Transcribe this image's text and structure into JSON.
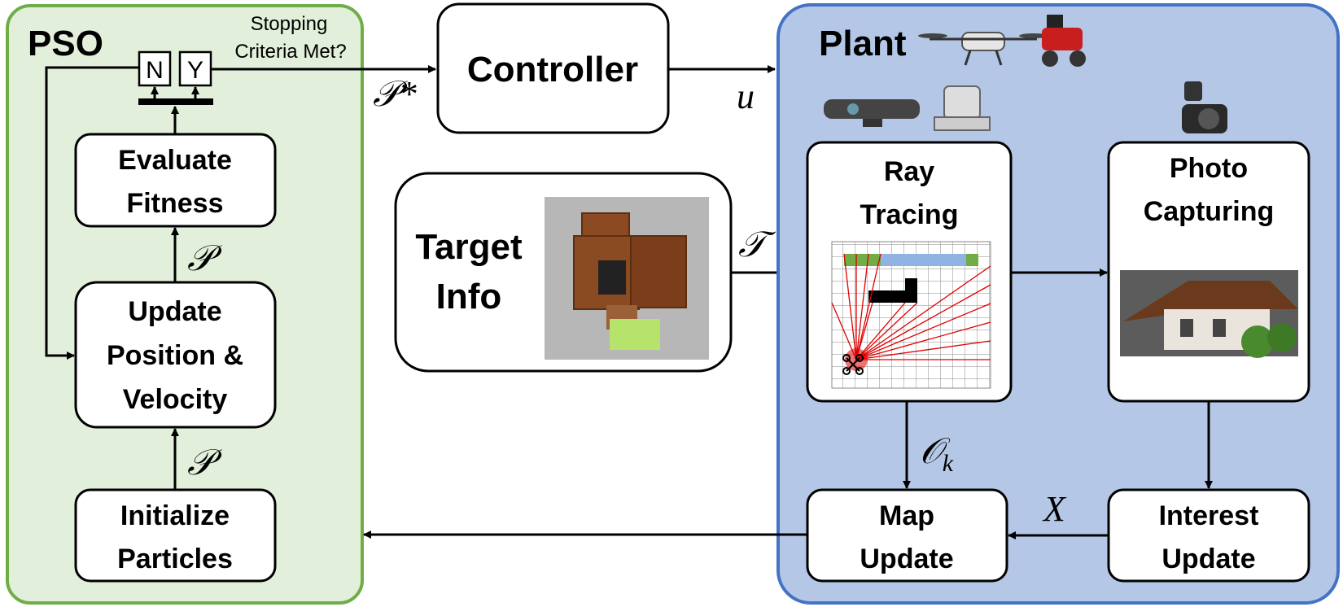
{
  "pso": {
    "title": "PSO",
    "stopping_line1": "Stopping",
    "stopping_line2": "Criteria Met?",
    "no_label": "N",
    "yes_label": "Y",
    "evaluate": [
      "Evaluate",
      "Fitness"
    ],
    "update": [
      "Update",
      "Position &",
      "Velocity"
    ],
    "initialize": [
      "Initialize",
      "Particles"
    ]
  },
  "controller": {
    "label": "Controller"
  },
  "target": {
    "label": [
      "Target",
      "Info"
    ]
  },
  "plant": {
    "title": "Plant",
    "ray_tracing": [
      "Ray",
      "Tracing"
    ],
    "photo_capturing": [
      "Photo",
      "Capturing"
    ],
    "map_update": [
      "Map",
      "Update"
    ],
    "interest_update": [
      "Interest",
      "Update"
    ]
  },
  "symbols": {
    "p_star": "𝒫*",
    "u": "u",
    "p1": "𝒫",
    "p2": "𝒫",
    "t": "𝒯",
    "o_k": "𝒪",
    "o_sub": "k",
    "x": "X"
  },
  "colors": {
    "pso_fill": "#e2efda",
    "pso_border": "#70ad47",
    "plant_fill": "#b4c7e7",
    "plant_border": "#4472c4"
  }
}
